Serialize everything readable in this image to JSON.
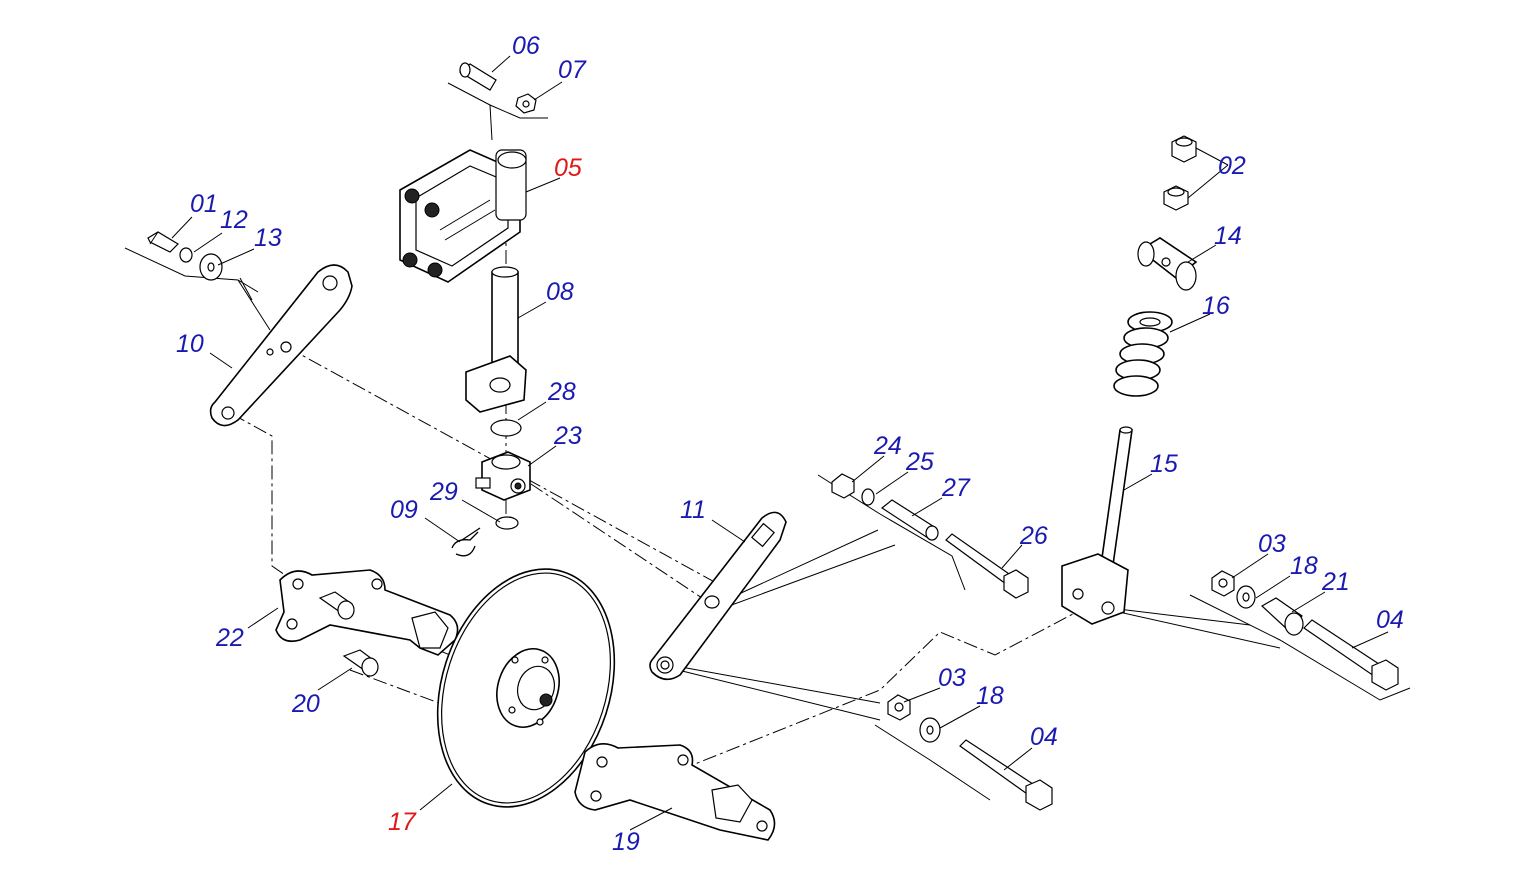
{
  "colors": {
    "label_default": "#1a1ab0",
    "label_highlight": "#e01818",
    "line": "#000000"
  },
  "callouts": [
    {
      "id": "01",
      "text": "01",
      "highlight": false
    },
    {
      "id": "02",
      "text": "02",
      "highlight": false
    },
    {
      "id": "03a",
      "text": "03",
      "highlight": false
    },
    {
      "id": "03b",
      "text": "03",
      "highlight": false
    },
    {
      "id": "04a",
      "text": "04",
      "highlight": false
    },
    {
      "id": "04b",
      "text": "04",
      "highlight": false
    },
    {
      "id": "05",
      "text": "05",
      "highlight": true
    },
    {
      "id": "06",
      "text": "06",
      "highlight": false
    },
    {
      "id": "07",
      "text": "07",
      "highlight": false
    },
    {
      "id": "08",
      "text": "08",
      "highlight": false
    },
    {
      "id": "09",
      "text": "09",
      "highlight": false
    },
    {
      "id": "10",
      "text": "10",
      "highlight": false
    },
    {
      "id": "11",
      "text": "11",
      "highlight": false
    },
    {
      "id": "12",
      "text": "12",
      "highlight": false
    },
    {
      "id": "13",
      "text": "13",
      "highlight": false
    },
    {
      "id": "14",
      "text": "14",
      "highlight": false
    },
    {
      "id": "15",
      "text": "15",
      "highlight": false
    },
    {
      "id": "16",
      "text": "16",
      "highlight": false
    },
    {
      "id": "17",
      "text": "17",
      "highlight": true
    },
    {
      "id": "18a",
      "text": "18",
      "highlight": false
    },
    {
      "id": "18b",
      "text": "18",
      "highlight": false
    },
    {
      "id": "19",
      "text": "19",
      "highlight": false
    },
    {
      "id": "20",
      "text": "20",
      "highlight": false
    },
    {
      "id": "21",
      "text": "21",
      "highlight": false
    },
    {
      "id": "22",
      "text": "22",
      "highlight": false
    },
    {
      "id": "23",
      "text": "23",
      "highlight": false
    },
    {
      "id": "24",
      "text": "24",
      "highlight": false
    },
    {
      "id": "25",
      "text": "25",
      "highlight": false
    },
    {
      "id": "26",
      "text": "26",
      "highlight": false
    },
    {
      "id": "27",
      "text": "27",
      "highlight": false
    },
    {
      "id": "28",
      "text": "28",
      "highlight": false
    },
    {
      "id": "29",
      "text": "29",
      "highlight": false
    }
  ]
}
